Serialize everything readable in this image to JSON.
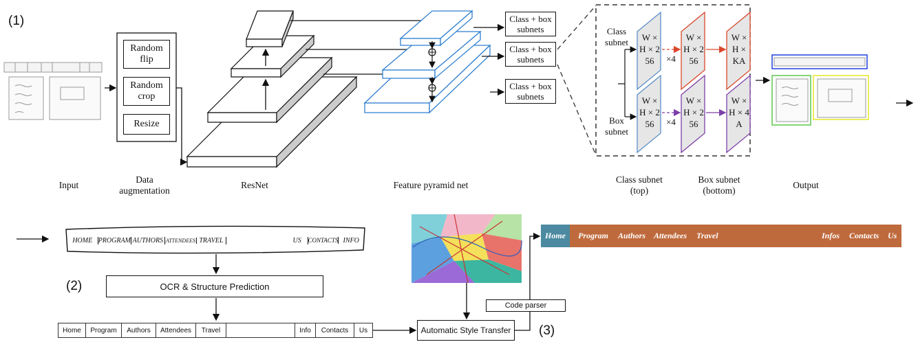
{
  "step_labels": {
    "s1": "(1)",
    "s2": "(2)",
    "s3": "(3)"
  },
  "augmentation": [
    "Random flip",
    "Random crop",
    "Resize"
  ],
  "subnets": [
    "Class + box subnets",
    "Class + box subnets",
    "Class + box subnets"
  ],
  "detail": {
    "class_label": "Class subnet",
    "box_label": "Box subnet",
    "times4": "×4",
    "class_blocks": [
      [
        "W ×",
        "H × 2",
        "56"
      ],
      [
        "W ×",
        "H × 2",
        "56"
      ],
      [
        "W ×",
        "H ×",
        "KA"
      ]
    ],
    "box_blocks": [
      [
        "W ×",
        "H × 2",
        "56"
      ],
      [
        "W ×",
        "H × 2",
        "56"
      ],
      [
        "W ×",
        "H × 4",
        "A"
      ]
    ]
  },
  "captions": {
    "input": "Input",
    "aug": "Data augmentation",
    "resnet": "ResNet",
    "fpn": "Feature pyramid net",
    "class_subnet": "Class subnet (top)",
    "box_subnet": "Box subnet (bottom)",
    "output": "Output"
  },
  "sketch_nav": [
    "HOME",
    "PROGRAM",
    "AUTHORS",
    "ATTENDEES",
    "TRAVEL",
    "",
    "US",
    "CONTACTS",
    "INFO"
  ],
  "ocr_box": "OCR & Structure Prediction",
  "pred_nav": [
    "Home",
    "Program",
    "Authors",
    "Attendees",
    "Travel",
    "",
    "Info",
    "Contacts",
    "Us"
  ],
  "style_transfer": "Automatic Style Transfer",
  "code_parser": "Code parser",
  "styled_nav": {
    "left": [
      "Home",
      "Program",
      "Authors",
      "Attendees",
      "Travel"
    ],
    "right": [
      "Infos",
      "Contacts",
      "Us"
    ]
  },
  "colors": {
    "styled_bg": "#bf6a3d",
    "styled_home": "#4b8aa0",
    "fpn": "#2f7fd0",
    "class_red": "#d9472b",
    "box_purple": "#7c3fa8",
    "detail_blue": "#5b8fc9"
  }
}
